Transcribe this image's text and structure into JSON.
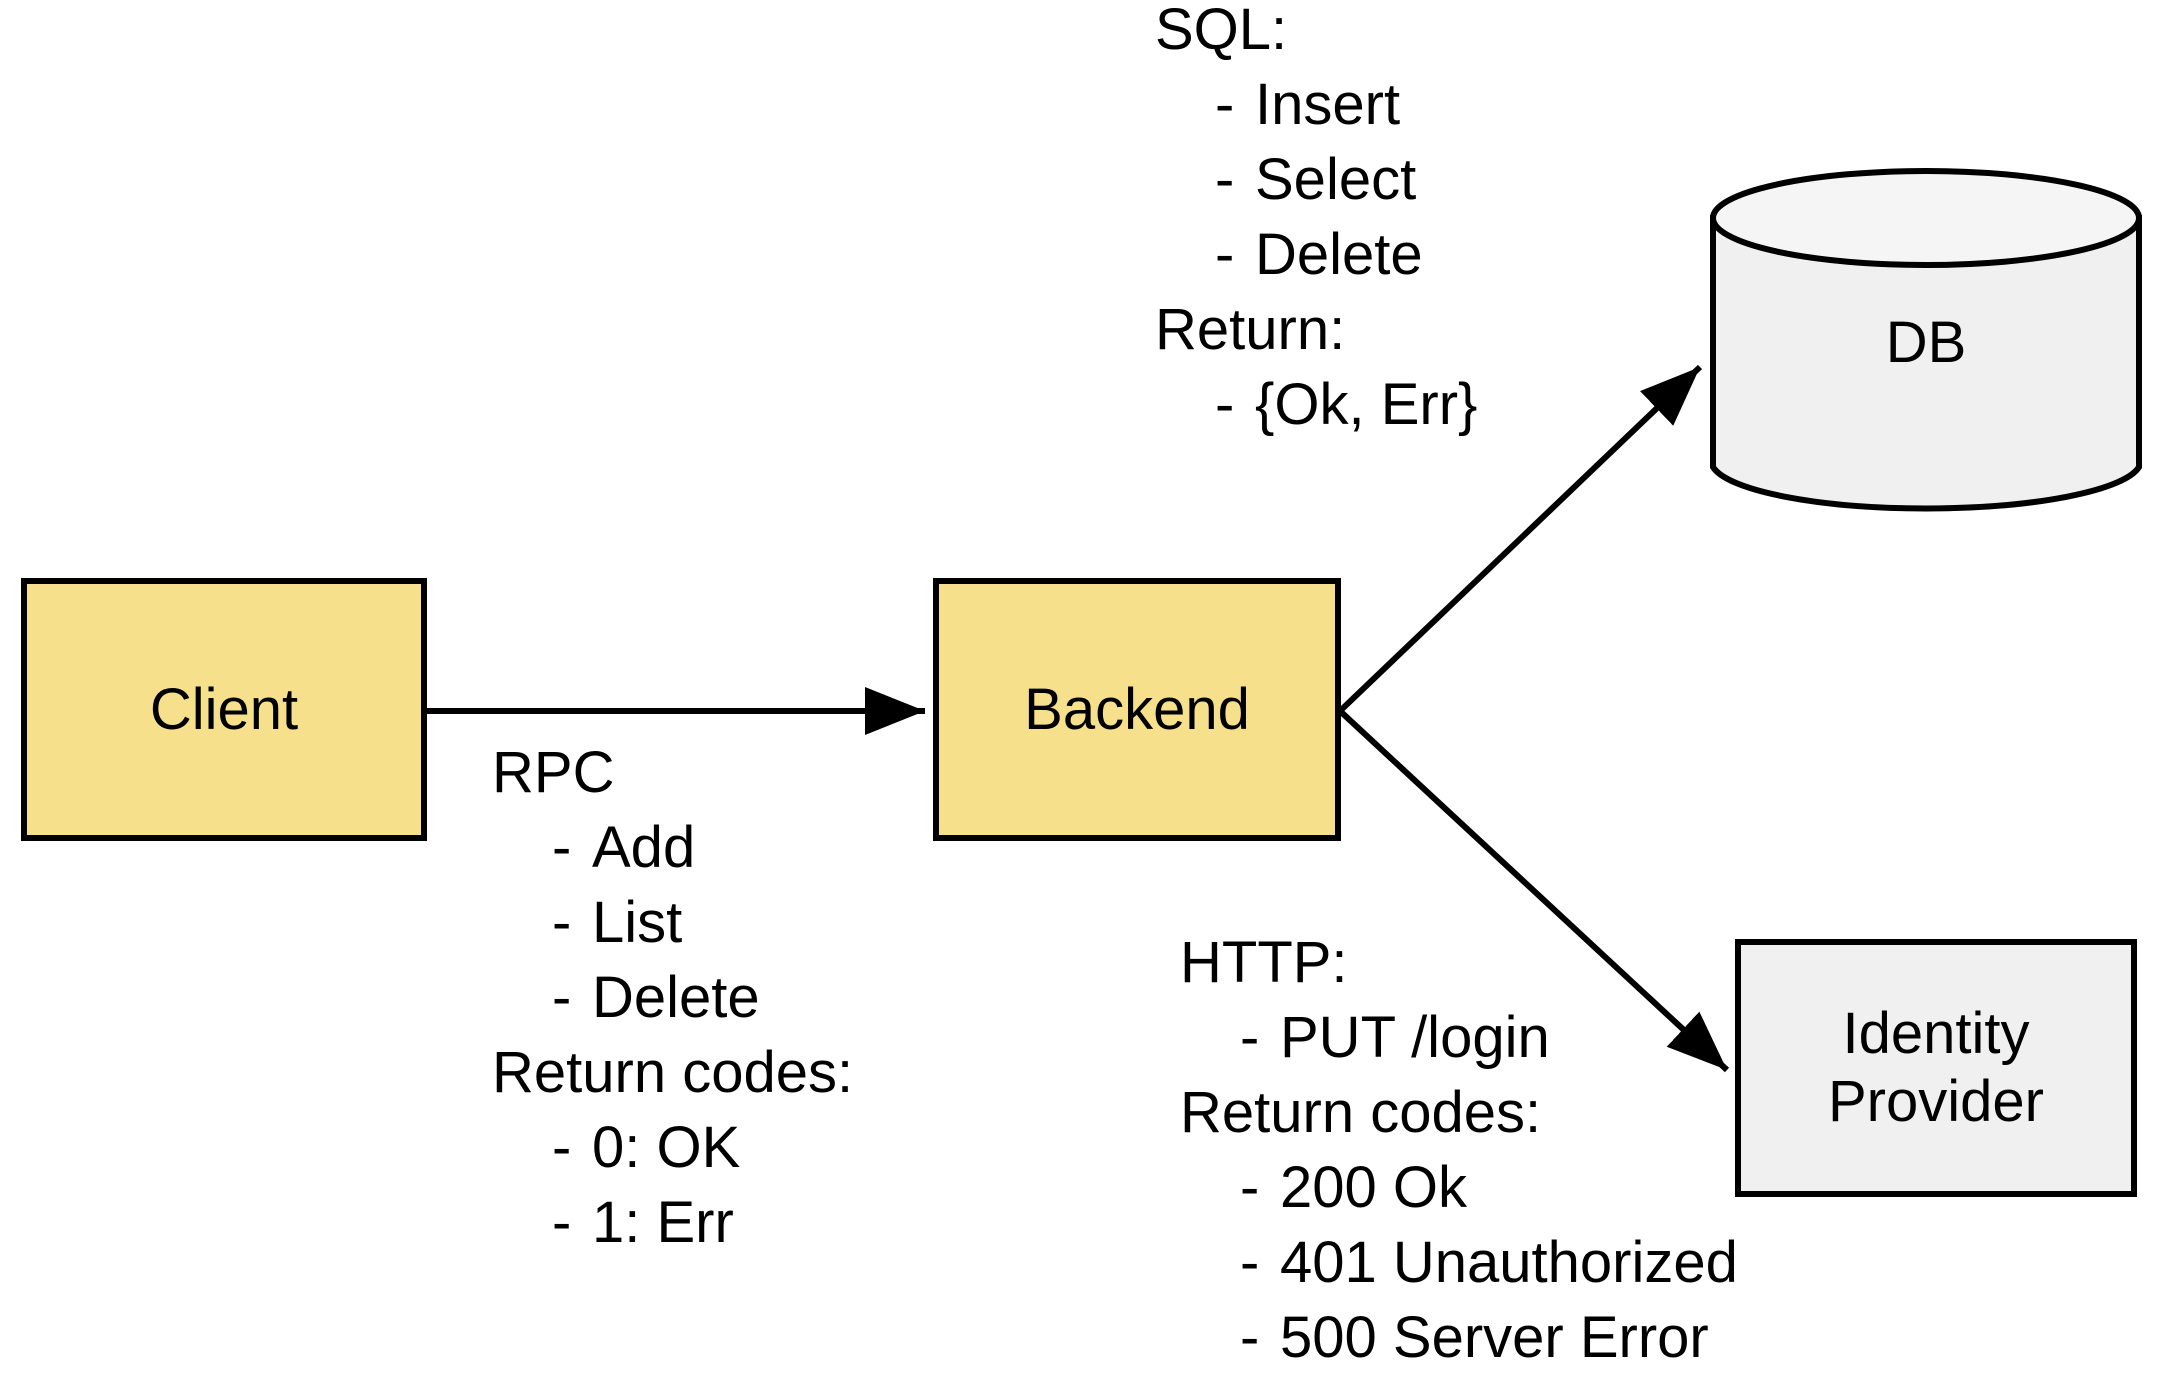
{
  "diagram": {
    "type": "architecture-flow-diagram",
    "background": "#ffffff",
    "stroke_color": "#000000",
    "colors": {
      "service_fill": "#f7e08c",
      "external_fill": "#f0f0f0",
      "stroke": "#000000"
    },
    "nodes": [
      {
        "id": "client",
        "label": "Client",
        "shape": "rectangle",
        "fill": "#f7e08c"
      },
      {
        "id": "backend",
        "label": "Backend",
        "shape": "rectangle",
        "fill": "#f7e08c"
      },
      {
        "id": "db",
        "label": "DB",
        "shape": "cylinder",
        "fill": "#f0f0f0"
      },
      {
        "id": "identity-provider",
        "label": "Identity\nProvider",
        "shape": "rectangle",
        "fill": "#f0f0f0"
      }
    ],
    "edges": [
      {
        "id": "client-to-backend",
        "from": "client",
        "to": "backend",
        "annotation": "rpc"
      },
      {
        "id": "backend-to-db",
        "from": "backend",
        "to": "db",
        "annotation": "sql"
      },
      {
        "id": "backend-to-idp",
        "from": "backend",
        "to": "identity-provider",
        "annotation": "http"
      }
    ]
  },
  "annotations": {
    "rpc": {
      "protocol_heading": "RPC",
      "methods": [
        "Add",
        "List",
        "Delete"
      ],
      "returns_heading": "Return codes:",
      "returns": [
        "0: OK",
        "1: Err"
      ],
      "bullet": "-"
    },
    "sql": {
      "protocol_heading": "SQL:",
      "methods": [
        "Insert",
        "Select",
        "Delete"
      ],
      "returns_heading": "Return:",
      "returns": [
        "{Ok, Err}"
      ],
      "bullet": "-"
    },
    "http": {
      "protocol_heading": "HTTP:",
      "methods": [
        "PUT /login"
      ],
      "returns_heading": "Return codes:",
      "returns": [
        "200 Ok",
        "401 Unauthorized",
        "500 Server Error"
      ],
      "bullet": "-"
    }
  }
}
